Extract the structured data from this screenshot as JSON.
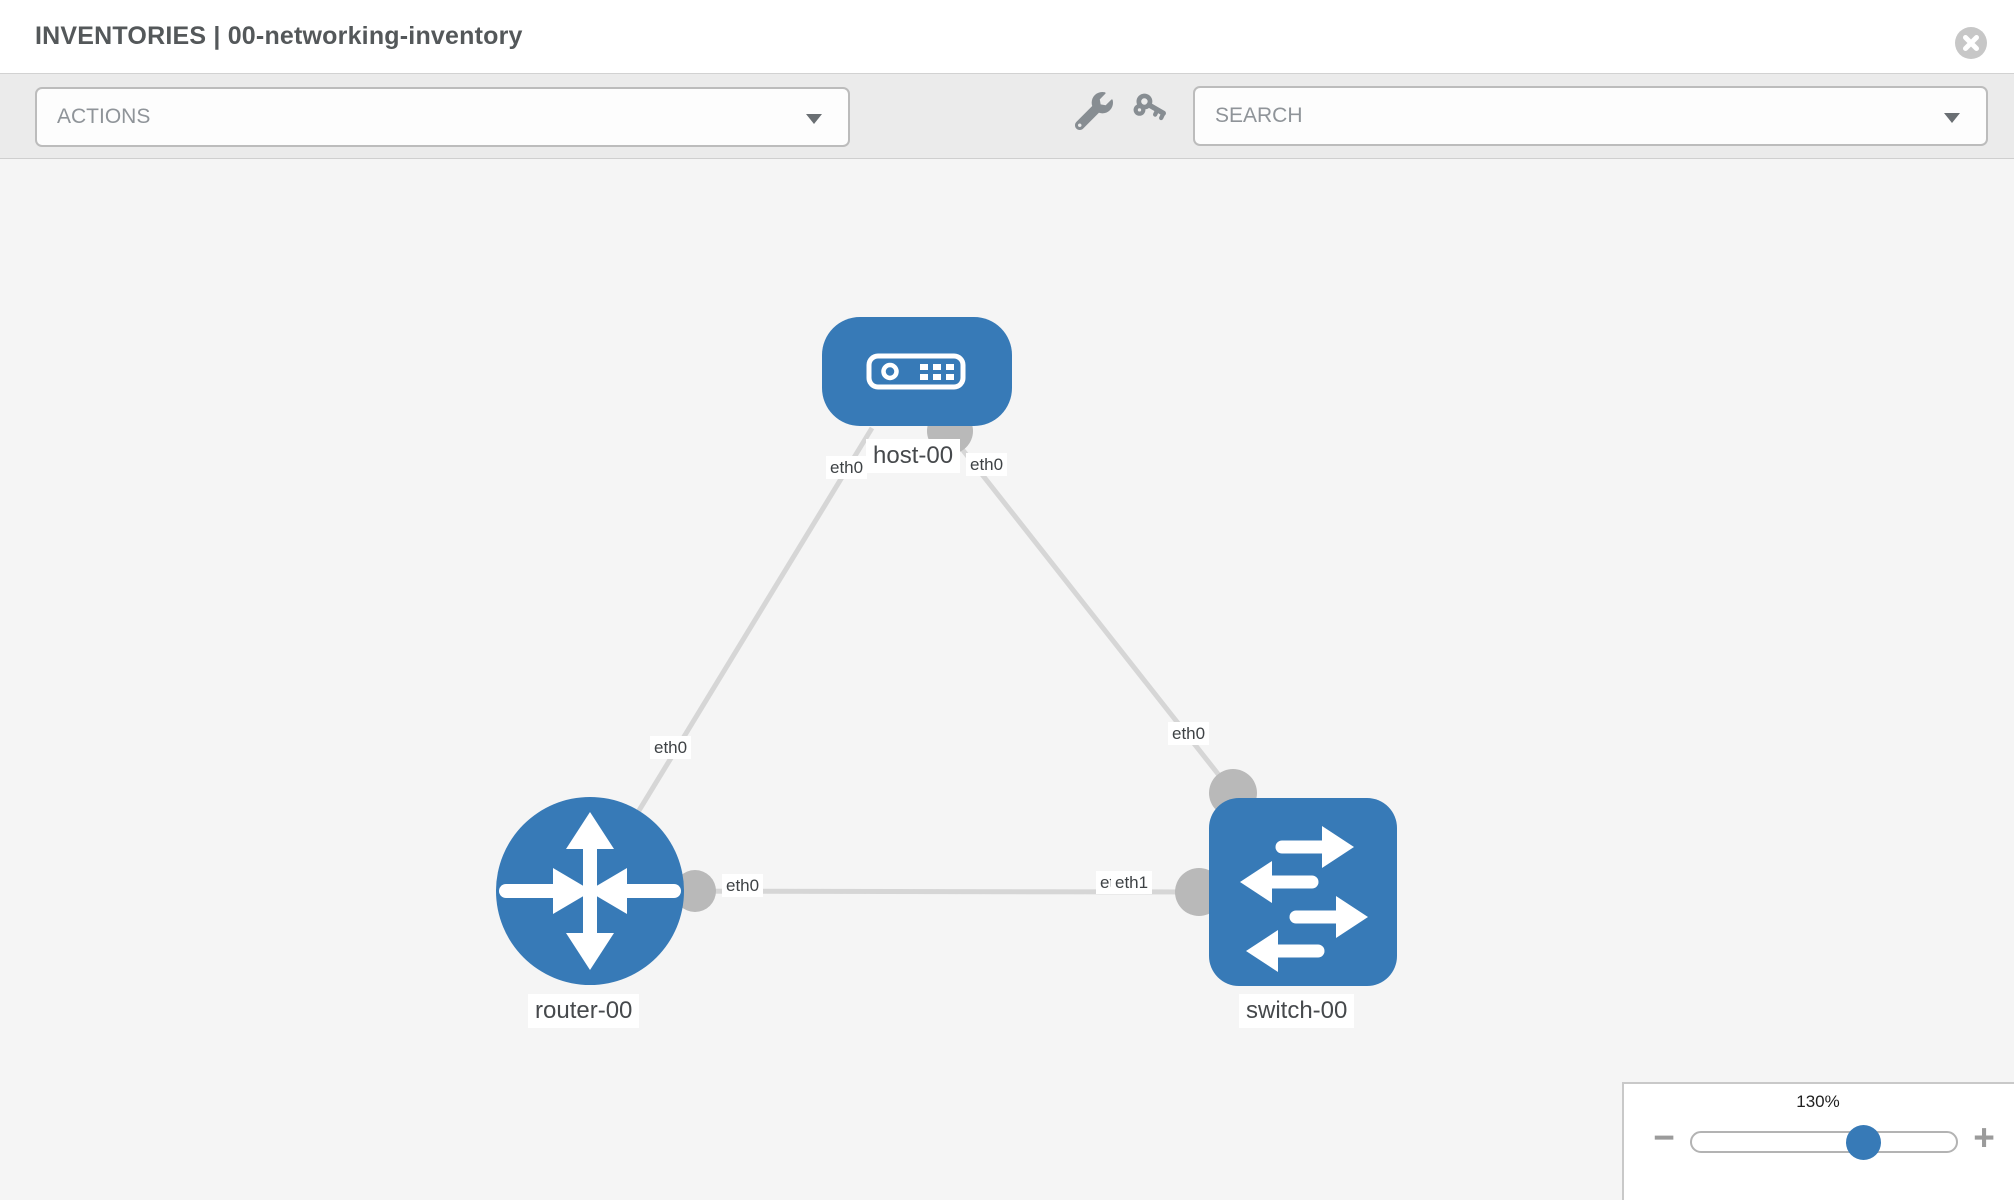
{
  "header": {
    "title": "INVENTORIES | 00-networking-inventory"
  },
  "toolbar": {
    "actions_label": "ACTIONS",
    "search_label": "SEARCH",
    "tools": [
      "wrench",
      "key"
    ]
  },
  "canvas": {
    "nodes": [
      {
        "label": "host-00",
        "type": "host"
      },
      {
        "label": "router-00",
        "type": "router"
      },
      {
        "label": "switch-00",
        "type": "switch"
      }
    ],
    "links": [
      {
        "from": "host-00",
        "from_if": "eth0",
        "to": "router-00",
        "to_if": "eth0"
      },
      {
        "from": "host-00",
        "from_if": "eth0",
        "to": "switch-00",
        "to_if": "eth0"
      },
      {
        "from": "router-00",
        "from_if": "eth0",
        "to": "switch-00",
        "to_if": "eth1",
        "to_if_overlapped": "eth0"
      }
    ]
  },
  "zoom": {
    "level": "130%",
    "minus": "−",
    "plus": "+"
  },
  "colors": {
    "node_blue": "#377ab7",
    "link_gray": "#d6d6d6",
    "connector_gray": "#b9b9b9",
    "canvas_bg": "#f5f5f5",
    "toolbar_bg": "#ebebeb"
  }
}
